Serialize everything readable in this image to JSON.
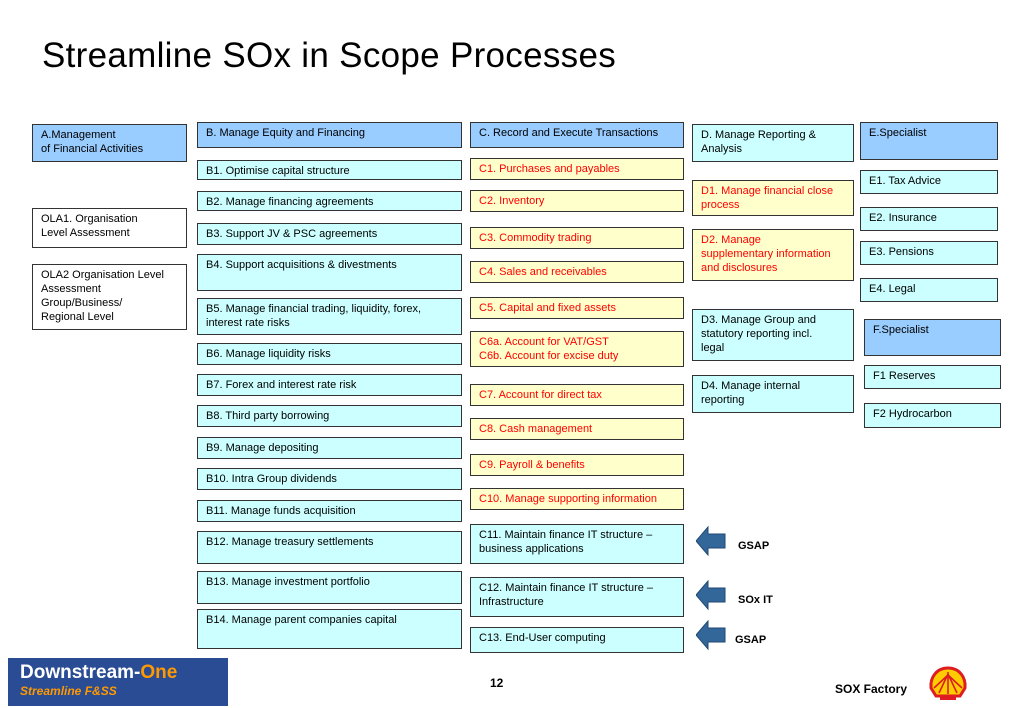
{
  "title": "Streamline SOx in Scope Processes",
  "colA": {
    "header": "A.Management\nof Financial Activities",
    "items": [
      "OLA1. Organisation\nLevel Assessment",
      "OLA2 Organisation Level\nAssessment\nGroup/Business/\nRegional Level"
    ]
  },
  "colB": {
    "header": "B. Manage Equity and Financing",
    "items": [
      "B1. Optimise capital structure",
      "B2. Manage financing  agreements",
      "B3. Support JV & PSC agreements",
      "B4. Support acquisitions & divestments",
      "B5. Manage financial trading, liquidity, forex,\ninterest rate risks",
      "B6. Manage liquidity risks",
      "B7. Forex and interest rate risk",
      "B8. Third party borrowing",
      "B9. Manage depositing",
      "B10. Intra Group dividends",
      "B11. Manage funds acquisition",
      "B12. Manage treasury settlements",
      "B13. Manage investment portfolio",
      "B14. Manage parent companies capital"
    ]
  },
  "colC": {
    "header": "C. Record and Execute Transactions",
    "items": [
      "C1. Purchases and payables",
      "C2. Inventory",
      "C3. Commodity trading",
      "C4. Sales and receivables",
      "C5. Capital and fixed assets",
      "C6a. Account for VAT/GST\nC6b. Account for excise duty",
      "C7. Account for direct tax",
      "C8. Cash management",
      "C9. Payroll & benefits",
      "C10. Manage supporting information",
      "C11. Maintain finance IT structure –\nbusiness applications",
      "C12. Maintain finance IT structure –\nInfrastructure",
      "C13. End-User computing"
    ]
  },
  "colD": {
    "header": "D. Manage Reporting &\nAnalysis",
    "items": [
      "D1. Manage financial close\nprocess",
      "D2. Manage\nsupplementary information\nand disclosures",
      "D3. Manage Group and\nstatutory reporting incl.\nlegal",
      "D4. Manage internal\nreporting"
    ]
  },
  "colE": {
    "header": "E.Specialist",
    "items": [
      "E1. Tax Advice",
      "E2. Insurance",
      "E3. Pensions",
      "E4. Legal"
    ]
  },
  "colF": {
    "header": "F.Specialist",
    "items": [
      "F1 Reserves",
      "F2 Hydrocarbon"
    ]
  },
  "arrows": [
    "GSAP",
    "SOx IT",
    "GSAP"
  ],
  "footer": {
    "logo_line1_a": "Downstream-",
    "logo_line1_b": "One",
    "logo_line2": "Streamline F&SS",
    "page_number": "12",
    "label": "SOX Factory"
  },
  "colors": {
    "header_blue": "#99ccff",
    "item_cyan": "#ccffff",
    "item_yellow": "#ffffcc",
    "red_text": "#ff0000",
    "arrow_blue": "#336699",
    "logo_navy": "#2a4c94",
    "logo_orange": "#ff9900"
  },
  "icons": [
    "left-arrow-icon",
    "shell-logo-icon"
  ]
}
